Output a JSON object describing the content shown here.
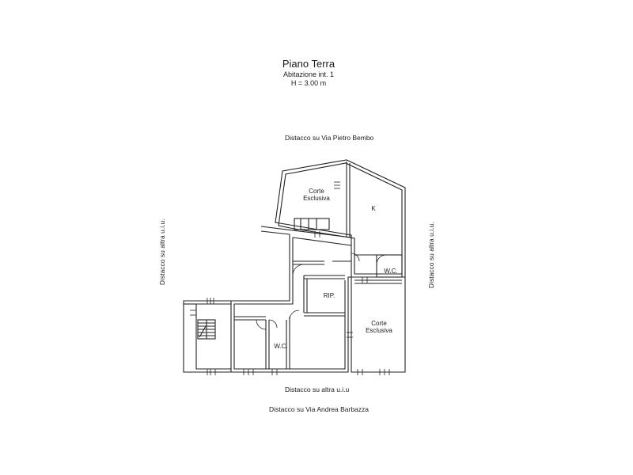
{
  "header": {
    "title": "Piano Terra",
    "subtitle": "Abitazione int. 1",
    "height": "H = 3.00 m"
  },
  "boundaries": {
    "north": "Distacco su Via Pietro Bembo",
    "west": "Distacco su altra u.i.u.",
    "east": "Distacco su altra u.i.u.",
    "south_inner": "Distacco su altra u.i.u",
    "south_outer": "Distacco su Via Andrea Barbazza"
  },
  "rooms": {
    "corte_top_1": "Corte",
    "corte_top_2": "Esclusiva",
    "kitchen": "K",
    "wc_right": "W.C.",
    "rip": "RIP.",
    "corte_bottom_1": "Corte",
    "corte_bottom_2": "Esclusiva",
    "wc_left": "W.C."
  }
}
